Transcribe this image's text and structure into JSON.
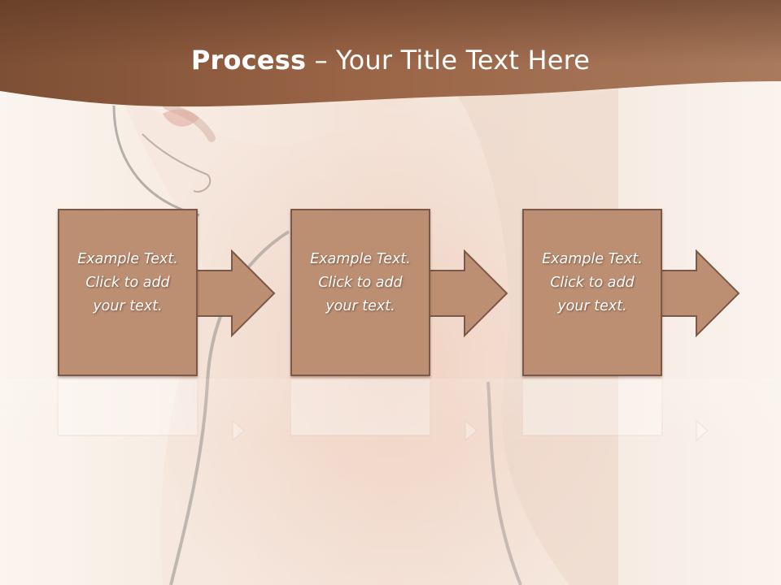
{
  "slide": {
    "title_bold": "Process",
    "title_rest": " – Your Title Text Here"
  },
  "steps": [
    {
      "line1": "Example Text.",
      "line2": "Click  to add",
      "line3": "your text."
    },
    {
      "line1": "Example Text.",
      "line2": "Click  to add",
      "line3": "your text."
    },
    {
      "line1": "Example Text.",
      "line2": "Click  to add",
      "line3": "your text."
    }
  ],
  "colors": {
    "header_band": "#8a5a3c",
    "box_fill": "#bd8f72",
    "box_border": "#7b5847",
    "background": "#f8efe8"
  }
}
